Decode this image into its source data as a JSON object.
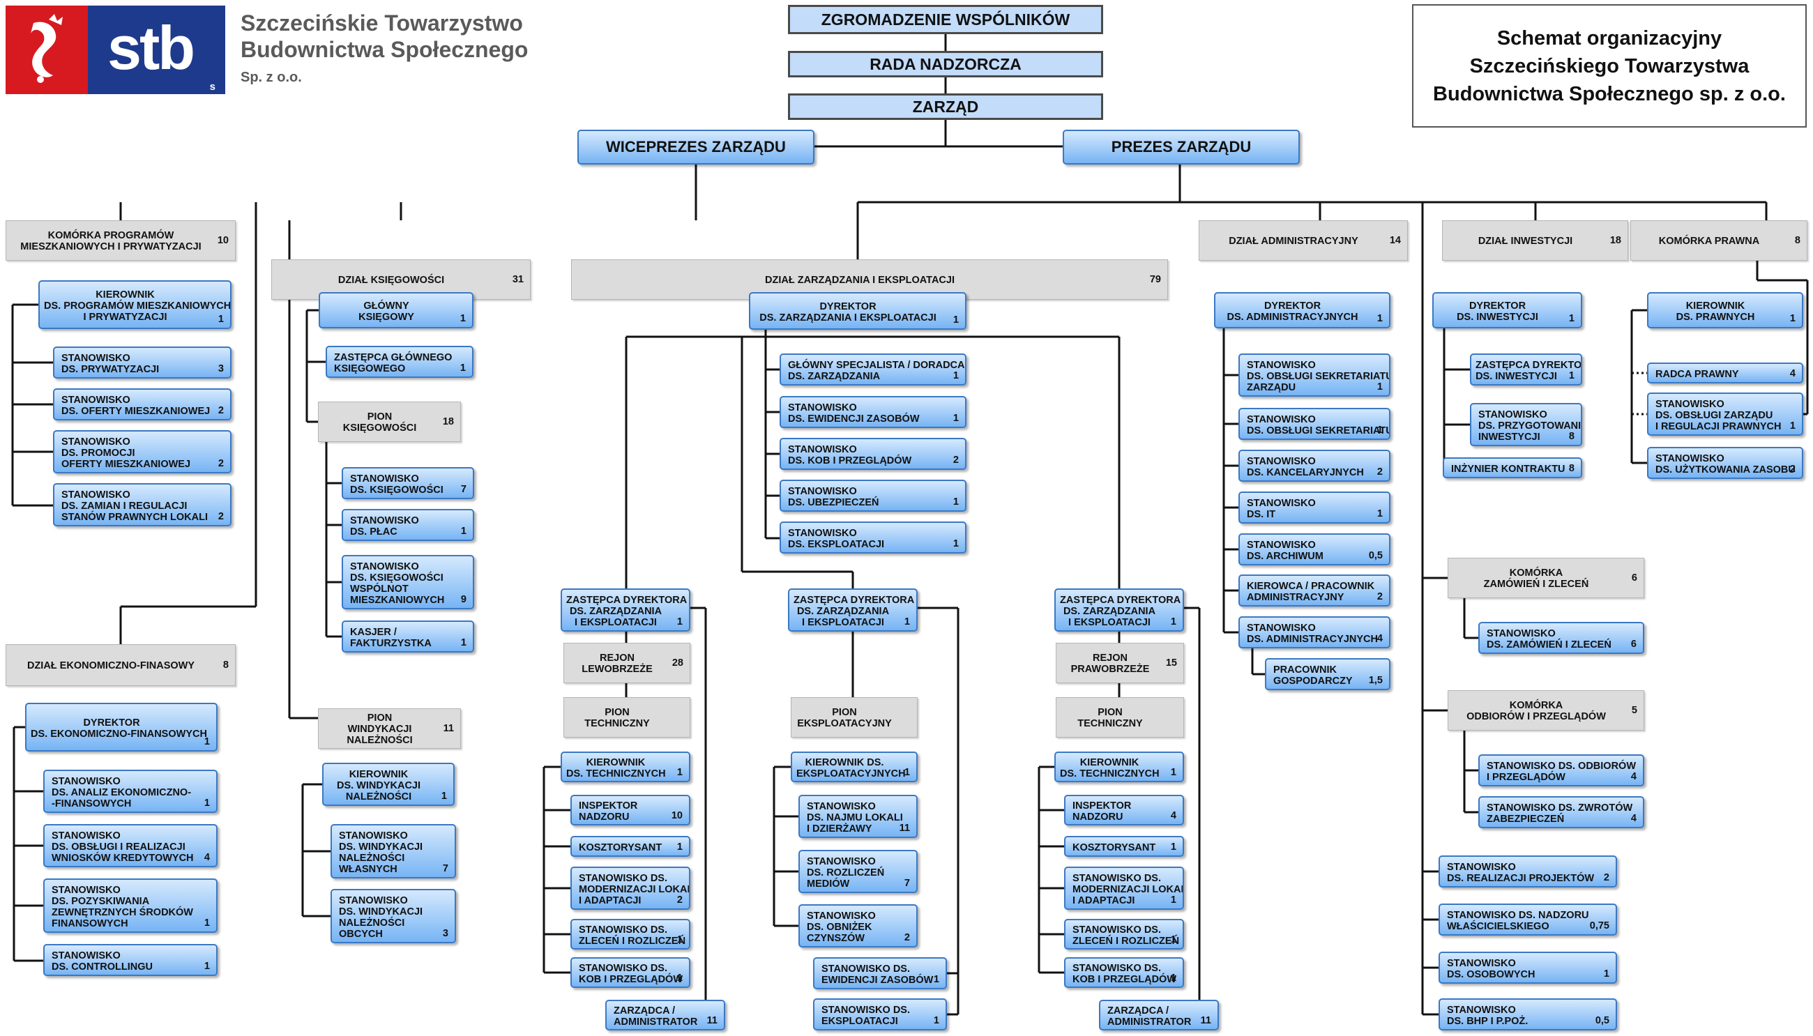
{
  "logo": {
    "name": "stb",
    "suffix": "s"
  },
  "company": {
    "line1": "Szczecińskie Towarzystwo",
    "line2": "Budownictwa Społecznego",
    "line3": "Sp. z o.o."
  },
  "title": "Schemat organizacyjny\nSzczecińskiego Towarzystwa\nBudownictwa Społecznego sp. z o.o.",
  "governance": {
    "assembly": "ZGROMADZENIE WSPÓLNIKÓW",
    "board": "RADA NADZORCZA",
    "management": "ZARZĄD"
  },
  "executives": {
    "vice": "WICEPREZES ZARZĄDU",
    "president": "PREZES ZARZĄDU"
  },
  "boxes": [
    {
      "t": "KOMÓRKA PROGRAMÓW\nMIESZKANIOWYCH I PRYWATYZACJI",
      "n": "10"
    },
    {
      "t": "DZIAŁ KSIĘGOWOŚCI",
      "n": "31"
    },
    {
      "t": "DZIAŁ ZARZĄDZANIA I EKSPLOATACJI",
      "n": "79"
    },
    {
      "t": "DZIAŁ ADMINISTRACYJNY",
      "n": "14"
    },
    {
      "t": "DZIAŁ INWESTYCJI",
      "n": "18"
    },
    {
      "t": "KOMÓRKA PRAWNA",
      "n": "8"
    },
    {
      "t": "DZIAŁ EKONOMICZNO-FINASOWY",
      "n": "8"
    },
    {
      "t": "KIEROWNIK\nDS. PROGRAMÓW MIESZKANIOWYCH\nI PRYWATYZACJI",
      "n": "1"
    },
    {
      "t": "STANOWISKO\nDS. PRYWATYZACJI",
      "n": "3"
    },
    {
      "t": "STANOWISKO\nDS. OFERTY MIESZKANIOWEJ",
      "n": "2"
    },
    {
      "t": "STANOWISKO\nDS. PROMOCJI\nOFERTY MIESZKANIOWEJ",
      "n": "2"
    },
    {
      "t": "STANOWISKO\nDS. ZAMIAN I REGULACJI\nSTANÓW PRAWNYCH LOKALI",
      "n": "2"
    },
    {
      "t": "DYREKTOR\nDS. EKONOMICZNO-FINANSOWYCH",
      "n": "1"
    },
    {
      "t": "STANOWISKO\nDS. ANALIZ EKONOMICZNO-\n-FINANSOWYCH",
      "n": "1"
    },
    {
      "t": "STANOWISKO\nDS. OBSŁUGI I REALIZACJI\nWNIOSKÓW KREDYTOWYCH",
      "n": "4"
    },
    {
      "t": "STANOWISKO\nDS. POZYSKIWANIA\nZEWNĘTRZNYCH ŚRODKÓW\nFINANSOWYCH",
      "n": "1"
    },
    {
      "t": "STANOWISKO\nDS. CONTROLLINGU",
      "n": "1"
    },
    {
      "t": "GŁÓWNY\nKSIĘGOWY",
      "n": "1"
    },
    {
      "t": "ZASTĘPCA GŁÓWNEGO\nKSIĘGOWEGO",
      "n": "1"
    },
    {
      "t": "PION\nKSIĘGOWOŚCI",
      "n": "18"
    },
    {
      "t": "STANOWISKO\nDS. KSIĘGOWOŚCI",
      "n": "7"
    },
    {
      "t": "STANOWISKO\nDS. PŁAC",
      "n": "1"
    },
    {
      "t": "STANOWISKO\nDS. KSIĘGOWOŚCI\nWSPÓLNOT\nMIESZKANIOWYCH",
      "n": "9"
    },
    {
      "t": "KASJER /\nFAKTURZYSTKA",
      "n": "1"
    },
    {
      "t": "PION\nWINDYKACJI\nNALEŻNOŚCI",
      "n": "11"
    },
    {
      "t": "KIEROWNIK\nDS. WINDYKACJI\nNALEŻNOŚCI",
      "n": "1"
    },
    {
      "t": "STANOWISKO\nDS. WINDYKACJI\nNALEŻNOŚCI\nWŁASNYCH",
      "n": "7"
    },
    {
      "t": "STANOWISKO\nDS. WINDYKACJI\nNALEŻNOŚCI\nOBCYCH",
      "n": "3"
    },
    {
      "t": "DYREKTOR\nDS. ZARZĄDZANIA I EKSPLOATACJI",
      "n": "1"
    },
    {
      "t": "GŁÓWNY SPECJALISTA / DORADCA\nDS. ZARZĄDZANIA",
      "n": "1"
    },
    {
      "t": "STANOWISKO\nDS. EWIDENCJI ZASOBÓW",
      "n": "1"
    },
    {
      "t": "STANOWISKO\nDS. KOB I PRZEGLĄDÓW",
      "n": "2"
    },
    {
      "t": "STANOWISKO\nDS. UBEZPIECZEŃ",
      "n": "1"
    },
    {
      "t": "STANOWISKO\nDS. EKSPLOATACJI",
      "n": "1"
    },
    {
      "t": "ZASTĘPCA DYREKTORA\nDS. ZARZĄDZANIA\nI EKSPLOATACJI",
      "n": "1"
    },
    {
      "t": "REJON\nLEWOBRZEŻE",
      "n": "28"
    },
    {
      "t": "PION\nTECHNICZNY",
      "n": ""
    },
    {
      "t": "KIEROWNIK\nDS. TECHNICZNYCH",
      "n": "1"
    },
    {
      "t": "INSPEKTOR\nNADZORU",
      "n": "10"
    },
    {
      "t": "KOSZTORYSANT",
      "n": "1"
    },
    {
      "t": "STANOWISKO DS.\nMODERNIZACJI LOKALI\nI ADAPTACJI",
      "n": "2"
    },
    {
      "t": "STANOWISKO DS.\nZLECEŃ I ROZLICZEŃ",
      "n": "1"
    },
    {
      "t": "STANOWISKO DS.\nKOB I PRZEGLĄDÓW",
      "n": "1"
    },
    {
      "t": "ZARZĄDCA /\nADMINISTRATOR",
      "n": "11"
    },
    {
      "t": "ZASTĘPCA DYREKTORA\nDS. ZARZĄDZANIA\nI EKSPLOATACJI",
      "n": "1"
    },
    {
      "t": "PION\nEKSPLOATACYJNY",
      "n": ""
    },
    {
      "t": "KIEROWNIK DS.\nEKSPLOATACYJNYCH",
      "n": "1"
    },
    {
      "t": "STANOWISKO\nDS. NAJMU LOKALI\nI DZIERŻAWY",
      "n": "11"
    },
    {
      "t": "STANOWISKO\nDS. ROZLICZEŃ\nMEDIÓW",
      "n": "7"
    },
    {
      "t": "STANOWISKO\nDS. OBNIŻEK\nCZYNSZÓW",
      "n": "2"
    },
    {
      "t": "STANOWISKO DS.\nEWIDENCJI ZASOBÓW",
      "n": "1"
    },
    {
      "t": "STANOWISKO DS.\nEKSPLOATACJI",
      "n": "1"
    },
    {
      "t": "ZASTĘPCA DYREKTORA\nDS. ZARZĄDZANIA\nI EKSPLOATACJI",
      "n": "1"
    },
    {
      "t": "REJON\nPRAWOBRZEŻE",
      "n": "15"
    },
    {
      "t": "PION\nTECHNICZNY",
      "n": ""
    },
    {
      "t": "KIEROWNIK\nDS. TECHNICZNYCH",
      "n": "1"
    },
    {
      "t": "INSPEKTOR\nNADZORU",
      "n": "4"
    },
    {
      "t": "KOSZTORYSANT",
      "n": "1"
    },
    {
      "t": "STANOWISKO DS.\nMODERNIZACJI LOKALI\nI ADAPTACJI",
      "n": "1"
    },
    {
      "t": "STANOWISKO DS.\nZLECEŃ I ROZLICZEŃ",
      "n": "1"
    },
    {
      "t": "STANOWISKO DS.\nKOB I PRZEGLĄDÓW",
      "n": "1"
    },
    {
      "t": "ZARZĄDCA /\nADMINISTRATOR",
      "n": "11"
    },
    {
      "t": "DYREKTOR\nDS. ADMINISTRACYJNYCH",
      "n": "1"
    },
    {
      "t": "STANOWISKO\nDS. OBSŁUGI SEKRETARIATU\nZARZĄDU",
      "n": "1"
    },
    {
      "t": "STANOWISKO\nDS. OBSŁUGI SEKRETARIATU",
      "n": "1"
    },
    {
      "t": "STANOWISKO\nDS. KANCELARYJNYCH",
      "n": "2"
    },
    {
      "t": "STANOWISKO\nDS. IT",
      "n": "1"
    },
    {
      "t": "STANOWISKO\nDS. ARCHIWUM",
      "n": "0,5"
    },
    {
      "t": "KIEROWCA / PRACOWNIK\nADMINISTRACYJNY",
      "n": "2"
    },
    {
      "t": "STANOWISKO\nDS. ADMINISTRACYJNYCH",
      "n": "4"
    },
    {
      "t": "PRACOWNIK\nGOSPODARCZY",
      "n": "1,5"
    },
    {
      "t": "DYREKTOR\nDS. INWESTYCJI",
      "n": "1"
    },
    {
      "t": "ZASTĘPCA DYREKTORA\nDS. INWESTYCJI",
      "n": "1"
    },
    {
      "t": "STANOWISKO\nDS. PRZYGOTOWANIA\nINWESTYCJI",
      "n": "8"
    },
    {
      "t": "INŻYNIER KONTRAKTU",
      "n": "8"
    },
    {
      "t": "KOMÓRKA\nZAMÓWIEŃ I ZLECEŃ",
      "n": "6"
    },
    {
      "t": "STANOWISKO\nDS. ZAMÓWIEŃ I ZLECEŃ",
      "n": "6"
    },
    {
      "t": "KOMÓRKA\nODBIORÓW I PRZEGLĄDÓW",
      "n": "5"
    },
    {
      "t": "STANOWISKO DS. ODBIORÓW\nI PRZEGLĄDÓW",
      "n": "4"
    },
    {
      "t": "STANOWISKO DS. ZWROTÓW\nZABEZPIECZEŃ",
      "n": "4"
    },
    {
      "t": "STANOWISKO\nDS. REALIZACJI PROJEKTÓW",
      "n": "2"
    },
    {
      "t": "STANOWISKO DS. NADZORU\nWŁAŚCICIELSKIEGO",
      "n": "0,75"
    },
    {
      "t": "STANOWISKO\nDS. OSOBOWYCH",
      "n": "1"
    },
    {
      "t": "STANOWISKO\nDS. BHP I P.POŻ.",
      "n": "0,5"
    },
    {
      "t": "KIEROWNIK\nDS. PRAWNYCH",
      "n": "1"
    },
    {
      "t": "RADCA PRAWNY",
      "n": "4"
    },
    {
      "t": "STANOWISKO\nDS. OBSŁUGI ZARZĄDU\nI REGULACJI PRAWNYCH",
      "n": "1"
    },
    {
      "t": "STANOWISKO\nDS. UŻYTKOWANIA ZASOBU",
      "n": "2"
    }
  ]
}
